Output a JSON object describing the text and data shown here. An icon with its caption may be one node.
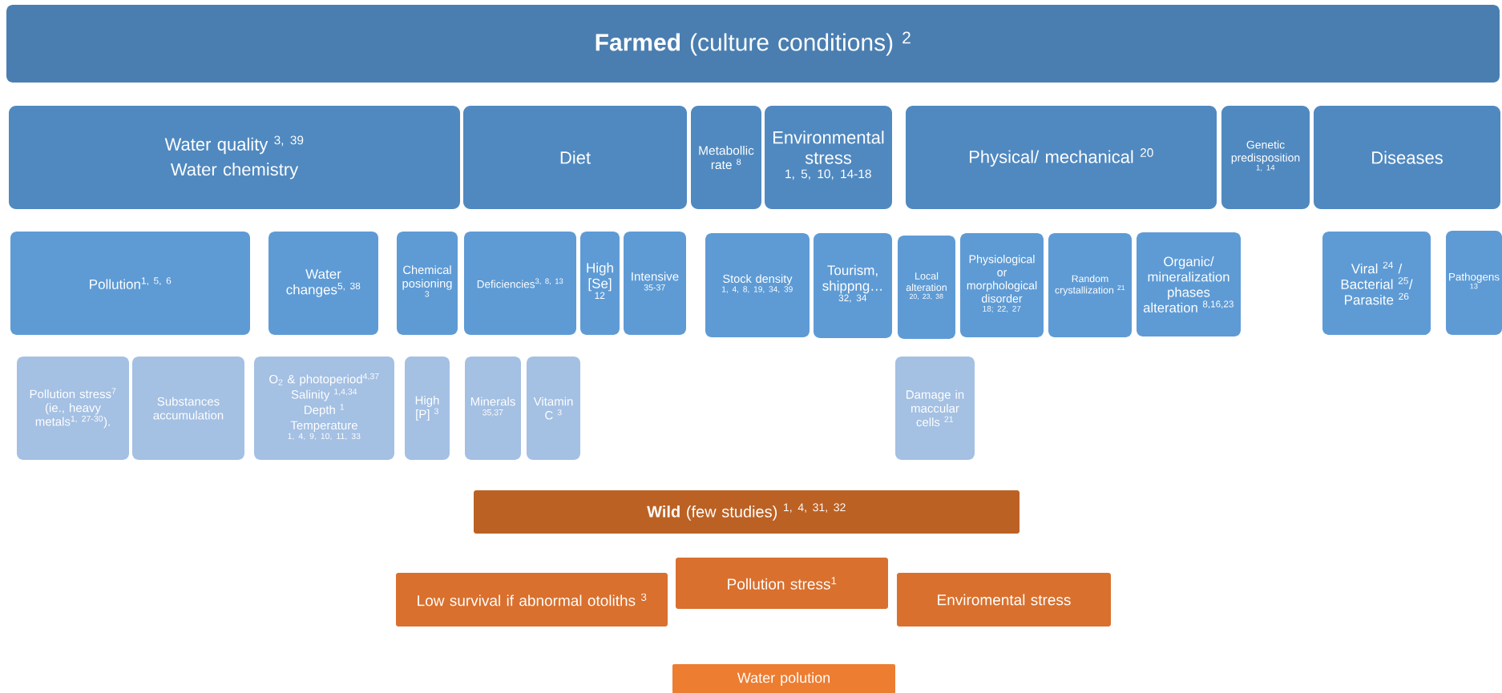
{
  "diagram": {
    "nodes": [
      {
        "text": [
          "**Farmed** (culture conditions) $^{2}$"
        ]
      },
      {
        "text": [
          "Water quality $^{3, 39}$",
          "Water chemistry"
        ]
      },
      {
        "text": [
          "Diet"
        ]
      },
      {
        "text": [
          "Metabollic rate $^{8}$"
        ]
      },
      {
        "text": [
          "Environmental stress $^{1, 5, 10, 14-18}$"
        ]
      },
      {
        "text": [
          "Physical/ mechanical $^{20}$"
        ]
      },
      {
        "text": [
          "Genetic predisposition $^{1, 14}$"
        ]
      },
      {
        "text": [
          "Diseases"
        ]
      },
      {
        "text": [
          "Pollution$^{1, 5, 6}$"
        ]
      },
      {
        "text": [
          "Water changes$^{5, 38}$"
        ]
      },
      {
        "text": [
          "Chemical posioning $^{3}$"
        ]
      },
      {
        "text": [
          "Deficiencies$^{3, 8, 13}$"
        ]
      },
      {
        "text": [
          "High [Se] $^{12}$"
        ]
      },
      {
        "text": [
          "Intensive $^{35-37}$"
        ]
      },
      {
        "text": [
          "Stock density $^{1, 4, 8, 19, 34, 39}$"
        ]
      },
      {
        "text": [
          "Tourism, shippng… $^{32, 34}$"
        ]
      },
      {
        "text": [
          "Local alteration $^{20, 23, 38}$"
        ]
      },
      {
        "text": [
          "Physiological or morphological disorder $^{18; 22, 27}$"
        ]
      },
      {
        "text": [
          "Random crystallization $^{21}$"
        ]
      },
      {
        "text": [
          "Organic/ mineralization phases alteration $^{8,16,23}$"
        ]
      },
      {
        "text": [
          "Viral $^{24}$ / Bacterial $^{25}$/ Parasite $^{26}$"
        ]
      },
      {
        "text": [
          "Pathogens $^{13}$"
        ]
      },
      {
        "text": [
          "Pollution stress$^{7}$ (ie., heavy metals$^{1, 27-30}$)."
        ]
      },
      {
        "text": [
          "Substances accumulation"
        ]
      },
      {
        "text": [
          "O$_{2}$ & photoperiod$^{4,37}$",
          "Salinity $^{1,4,34}$",
          "Depth $^{1}$",
          "Temperature $^{1, 4, 9, 10, 11, 33}$"
        ]
      },
      {
        "text": [
          "High [P] $^{3}$"
        ]
      },
      {
        "text": [
          "Minerals $^{35,37}$"
        ]
      },
      {
        "text": [
          "Vitamin C $^{3}$"
        ]
      },
      {
        "text": [
          "Damage in maccular cells $^{21}$"
        ]
      },
      {
        "text": [
          "**Wild** (few studies) $^{1, 4, 31, 32}$"
        ]
      },
      {
        "text": [
          "Low survival if abnormal otoliths $^{3}$"
        ]
      },
      {
        "text": [
          "Pollution stress$^{1}$"
        ]
      },
      {
        "text": [
          "Enviromental stress"
        ]
      },
      {
        "text": [
          "Water polution"
        ]
      }
    ]
  }
}
